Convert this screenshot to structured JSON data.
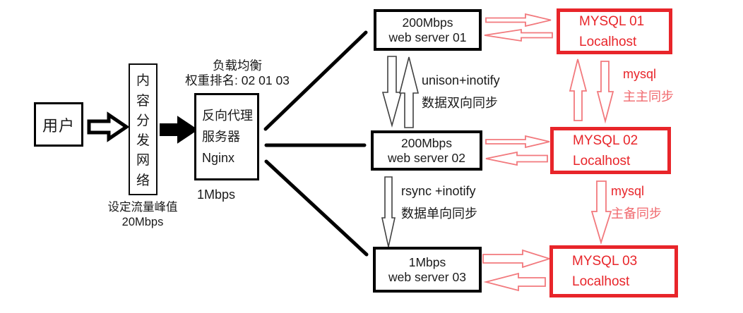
{
  "colors": {
    "black": "#000000",
    "red": "#e8252a",
    "red_light": "#f2797d"
  },
  "nodes": {
    "user": {
      "label": "用户"
    },
    "cdn": {
      "chars": [
        "内",
        "容",
        "分",
        "发",
        "网",
        "络"
      ],
      "caption1": "设定流量峰值",
      "caption2": "20Mbps"
    },
    "nginx": {
      "top_label1": "负载均衡",
      "top_label2": "权重排名: 02 01 03",
      "line1": "反向代理",
      "line2": "服务器",
      "line3": "Nginx",
      "caption": "1Mbps"
    },
    "webservers": [
      {
        "bandwidth": "200Mbps",
        "name": "web server 01"
      },
      {
        "bandwidth": "200Mbps",
        "name": "web server 02"
      },
      {
        "bandwidth": "1Mbps",
        "name": "web server 03"
      }
    ],
    "databases": [
      {
        "name": "MYSQL 01",
        "host": "Localhost"
      },
      {
        "name": "MYSQL 02",
        "host": "Localhost"
      },
      {
        "name": "MYSQL 03",
        "host": "Localhost"
      }
    ]
  },
  "labels": {
    "sync_ws12": {
      "line1": "unison+inotify",
      "line2": "数据双向同步"
    },
    "sync_ws23": {
      "line1": "rsync +inotify",
      "line2": "数据单向同步"
    },
    "repl_db12": {
      "line1": "mysql",
      "line2": "主主同步"
    },
    "repl_db23": {
      "line1": "mysql",
      "line2": "主备同步"
    }
  }
}
